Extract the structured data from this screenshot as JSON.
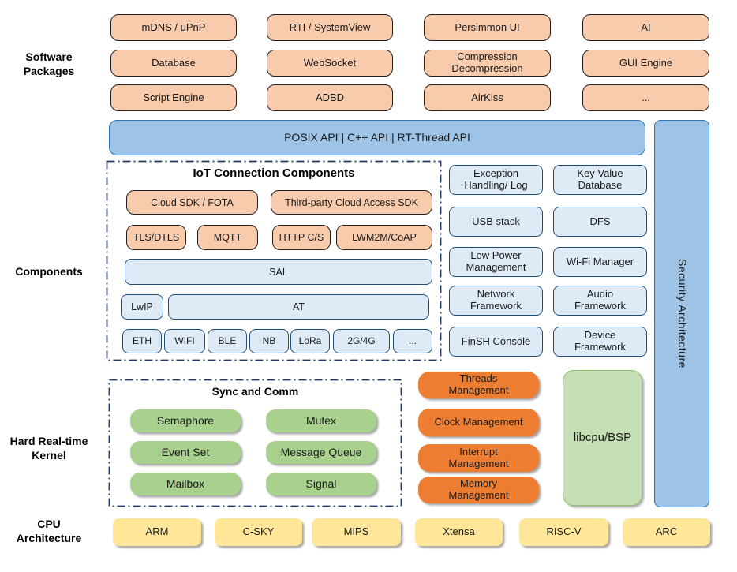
{
  "colors": {
    "package_fill": "#F8CBAD",
    "api_bar_fill": "#9DC3E6",
    "component_fill": "#DEEBF7",
    "component_border": "#1F4E79",
    "kernel_sync_fill": "#A9D18E",
    "kernel_mgmt_fill": "#ED7D31",
    "libcpu_fill": "#C5E0B4",
    "cpu_fill": "#FFE699",
    "dashed_border": "#1F3864"
  },
  "left_labels": {
    "software_packages": "Software\nPackages",
    "components": "Components",
    "kernel": "Hard Real-time\nKernel",
    "cpu": "CPU\nArchitecture"
  },
  "software_packages": {
    "items": [
      {
        "label": "mDNS / uPnP"
      },
      {
        "label": "RTI / SystemView"
      },
      {
        "label": "Persimmon UI"
      },
      {
        "label": "AI"
      },
      {
        "label": "Database"
      },
      {
        "label": "WebSocket"
      },
      {
        "label": "Compression\nDecompression"
      },
      {
        "label": "GUI Engine"
      },
      {
        "label": "Script Engine"
      },
      {
        "label": "ADBD"
      },
      {
        "label": "AirKiss"
      },
      {
        "label": "..."
      }
    ]
  },
  "api_bar": {
    "label": "POSIX API | C++ API | RT-Thread API"
  },
  "security_bar": {
    "label": "Security Architecture"
  },
  "iot": {
    "title": "IoT Connection Components",
    "cloud_sdk": "Cloud SDK / FOTA",
    "third_party_sdk": "Third-party Cloud Access SDK",
    "tls": "TLS/DTLS",
    "mqtt": "MQTT",
    "http": "HTTP C/S",
    "lwm2m": "LWM2M/CoAP",
    "sal": "SAL",
    "lwip": "LwIP",
    "at": "AT",
    "links": {
      "eth": "ETH",
      "wifi": "WIFI",
      "ble": "BLE",
      "nb": "NB",
      "lora": "LoRa",
      "g2g4": "2G/4G",
      "more": "..."
    }
  },
  "component_boxes": {
    "exception_log": "Exception\nHandling/ Log",
    "key_value_db": "Key Value\nDatabase",
    "usb_stack": "USB stack",
    "dfs": "DFS",
    "low_power": "Low Power\nManagement",
    "wifi_manager": "Wi-Fi Manager",
    "network_framework": "Network\nFramework",
    "audio_framework": "Audio\nFramework",
    "finsh_console": "FinSH Console",
    "device_framework": "Device\nFramework"
  },
  "kernel": {
    "sync_title": "Sync and Comm",
    "sync": {
      "semaphore": "Semaphore",
      "mutex": "Mutex",
      "event_set": "Event Set",
      "message_queue": "Message Queue",
      "mailbox": "Mailbox",
      "signal": "Signal"
    },
    "management": {
      "threads": "Threads\nManagement",
      "clock": "Clock Management",
      "interrupt": "Interrupt\nManagement",
      "memory": "Memory\nManagement"
    },
    "libcpu": "libcpu/BSP"
  },
  "cpu": {
    "items": [
      {
        "label": "ARM"
      },
      {
        "label": "C-SKY"
      },
      {
        "label": "MIPS"
      },
      {
        "label": "Xtensa"
      },
      {
        "label": "RISC-V"
      },
      {
        "label": "ARC"
      }
    ]
  }
}
